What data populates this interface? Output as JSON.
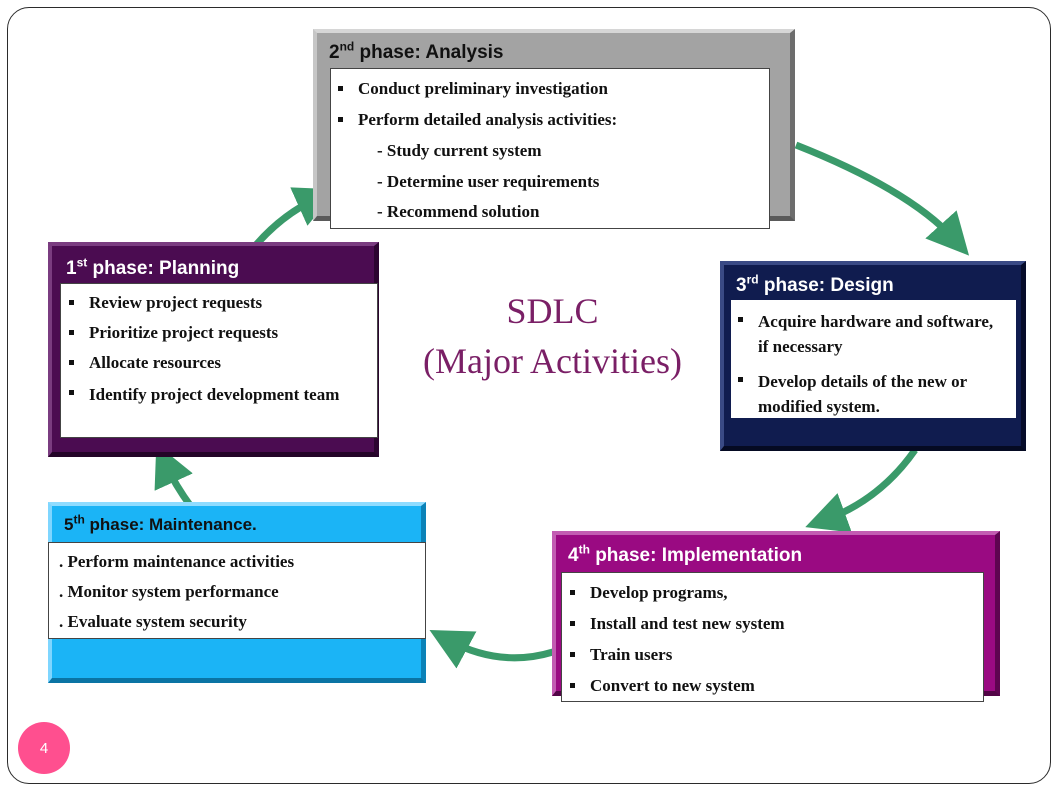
{
  "title": {
    "line1": "SDLC",
    "line2": "(Major Activities)"
  },
  "phases": {
    "analysis": {
      "ordinal": "2",
      "ordinal_suffix": "nd",
      "name": "phase: Analysis",
      "items": [
        "Conduct preliminary investigation",
        "Perform detailed analysis activities:"
      ],
      "subitems": [
        "- Study current system",
        "- Determine user requirements",
        "- Recommend solution"
      ],
      "color": "#9e9e9e"
    },
    "planning": {
      "ordinal": "1",
      "ordinal_suffix": "st",
      "name": "phase: Planning",
      "items": [
        "Review project requests",
        "Prioritize project requests",
        "Allocate resources",
        "Identify project development team"
      ],
      "color": "#4a0a4f"
    },
    "design": {
      "ordinal": "3",
      "ordinal_suffix": "rd",
      "name": "phase: Design",
      "items": [
        "Acquire hardware and software, if necessary",
        "Develop details of the new or modified system."
      ],
      "color": "#0e1a4d"
    },
    "maintenance": {
      "ordinal": "5",
      "ordinal_suffix": "th",
      "name": "phase: Maintenance.",
      "items": [
        ". Perform maintenance activities",
        ". Monitor system performance",
        ". Evaluate system security"
      ],
      "color": "#19b3f5"
    },
    "implementation": {
      "ordinal": "4",
      "ordinal_suffix": "th",
      "name": "phase: Implementation",
      "items": [
        "Develop programs,",
        "Install and test new system",
        "Train users",
        "Convert to new system"
      ],
      "color": "#98087f"
    }
  },
  "arrow_color": "#3a9a6a",
  "page_number": "4"
}
